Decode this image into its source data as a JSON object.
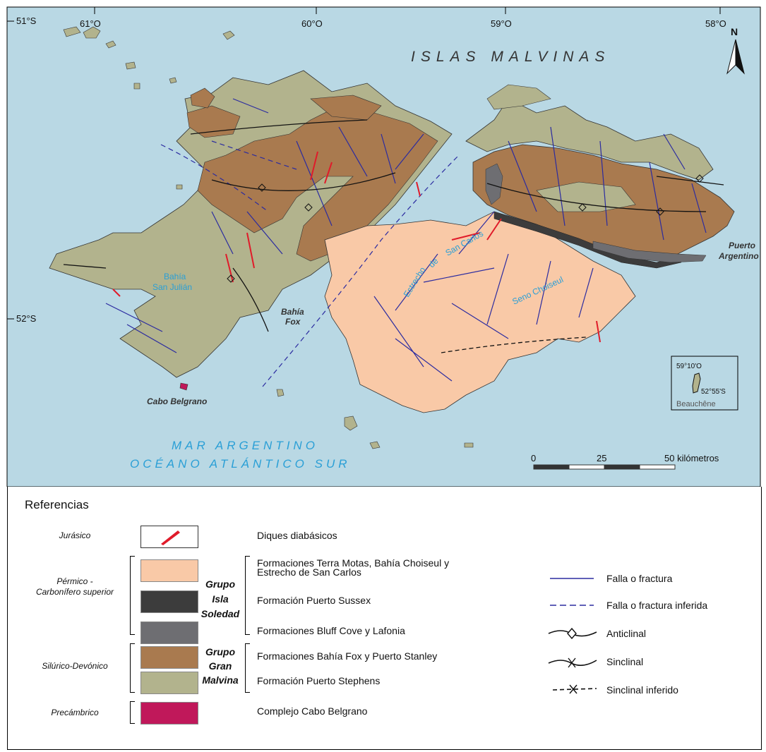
{
  "map": {
    "title": "ISLAS MALVINAS",
    "lon_labels": [
      "61°O",
      "60°O",
      "59°O",
      "58°O"
    ],
    "lat_labels": [
      "51°S",
      "52°S"
    ],
    "north": "N",
    "places": {
      "bahia_san_julian_1": "Bahía",
      "bahia_san_julian_2": "San Julián",
      "bahia_fox_1": "Bahía",
      "bahia_fox_2": "Fox",
      "estrecho_1": "Estrecho",
      "estrecho_2": "de",
      "estrecho_3": "San Carlos",
      "seno_choiseul": "Seno Choiseul",
      "puerto_argentino_1": "Puerto",
      "puerto_argentino_2": "Argentino",
      "cabo_belgrano": "Cabo Belgrano"
    },
    "sea_1": "MAR ARGENTINO",
    "sea_2": "OCÉANO ATLÁNTICO SUR",
    "scale": {
      "zero": "0",
      "mid": "25",
      "max": "50 kilómetros"
    },
    "inset": {
      "lon": "59°10'O",
      "lat": "52°55'S",
      "name": "Beauchêne"
    },
    "colors": {
      "sea": "#b9d8e4",
      "pale_orange": "#f9c9a7",
      "brown": "#a97a4f",
      "olive": "#b2b38d",
      "dark": "#3c3c3c",
      "grey": "#6e6e72",
      "crimson": "#c0185a",
      "fault": "#2b2ba0",
      "dike": "#e01b2a",
      "water_label": "#2a9fd6"
    }
  },
  "legend": {
    "title": "Referencias",
    "eras": {
      "jurasico": "Jurásico",
      "permico_1": "Pérmico -",
      "permico_2": "Carbonífero superior",
      "silurico": "Silúrico-Devónico",
      "precambrico": "Precámbrico"
    },
    "groups": {
      "isla_soledad_1": "Grupo",
      "isla_soledad_2": "Isla",
      "isla_soledad_3": "Soledad",
      "gran_malvina_1": "Grupo",
      "gran_malvina_2": "Gran",
      "gran_malvina_3": "Malvina"
    },
    "units": {
      "diques": "Diques diabásicos",
      "terra_motas_1": "Formaciones Terra Motas, Bahía Choiseul y",
      "terra_motas_2": "Estrecho de San Carlos",
      "puerto_sussex": "Formación Puerto Sussex",
      "bluff_cove": "Formaciones Bluff Cove y Lafonia",
      "bahia_fox": "Formaciones Bahía Fox y Puerto Stanley",
      "puerto_stephens": "Formación Puerto Stephens",
      "cabo_belgrano": "Complejo Cabo Belgrano"
    },
    "symbols": {
      "falla": "Falla o fractura",
      "falla_inferida": "Falla o fractura inferida",
      "anticlinal": "Anticlinal",
      "sinclinal": "Sinclinal",
      "sinclinal_inferido": "Sinclinal inferido"
    }
  }
}
